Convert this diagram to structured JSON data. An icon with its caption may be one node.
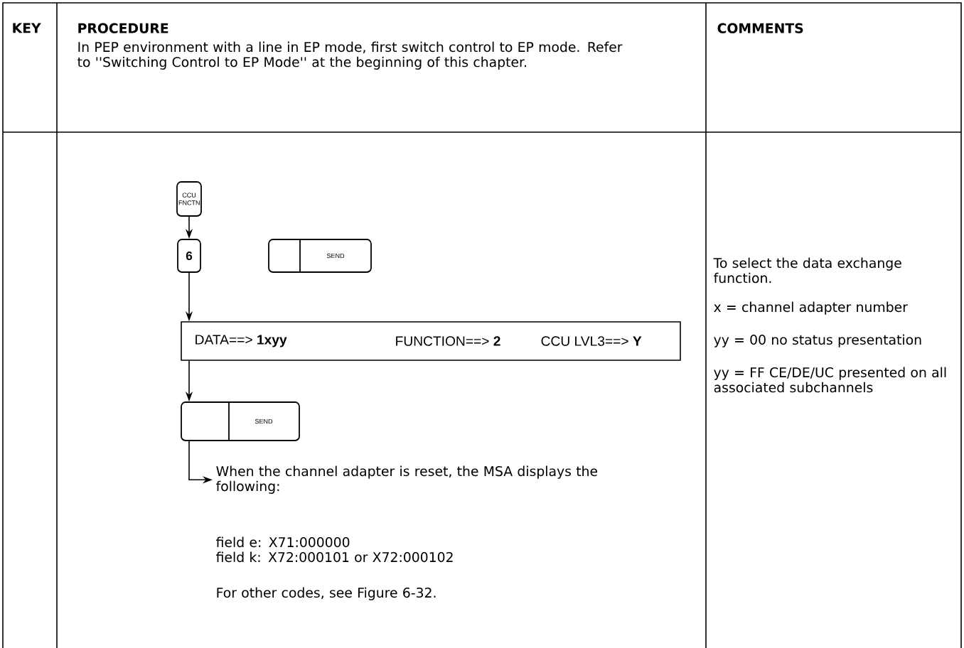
{
  "diagram": {
    "nodes": [
      {
        "text": [
          "CCU FNCTN"
        ]
      },
      {
        "text": [
          "6"
        ]
      },
      {
        "text": [
          "SEND"
        ]
      },
      {
        "text": [
          "DATA==> **1xyy**",
          "FUNCTION==> **2**",
          "CCU LVL3==> **Y**"
        ]
      },
      {
        "text": [
          "SEND"
        ]
      },
      {
        "text": [
          "When the channel adapter is reset, the MSA displays the following:"
        ]
      }
    ],
    "edges": [
      {
        "from": 0,
        "to": 1,
        "arrow": "to"
      },
      {
        "from": 1,
        "to": 3,
        "arrow": "to"
      },
      {
        "from": 3,
        "to": 4,
        "arrow": "to"
      },
      {
        "from": 4,
        "to": 5,
        "arrow": "to"
      }
    ],
    "labels": [
      "KEY",
      "PROCEDURE",
      "In PEP environment with a line in EP mode, first switch control to EP mode. Refer to ''Switching Control to EP Mode'' at the beginning of this chapter.",
      "COMMENTS",
      "To select the data exchange function.",
      "x = channel adapter number",
      "yy = 00 no status presentation",
      "yy = FF CE/DE/UC presented on all associated subchannels",
      "field e: X71:000000",
      "field k: X72:000101 or X72:000102",
      "For other codes, see Figure 6-32."
    ]
  }
}
